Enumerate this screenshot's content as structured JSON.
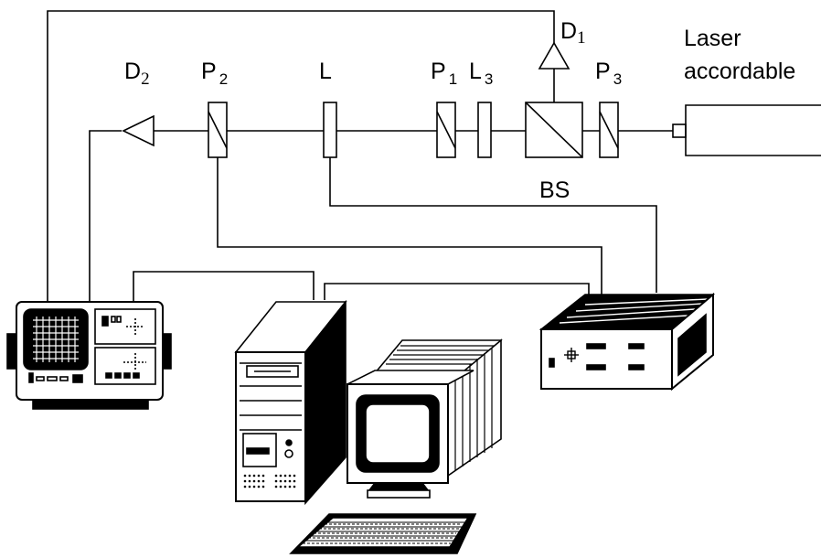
{
  "labels": {
    "d1": {
      "main": "D",
      "sub": "1"
    },
    "d2": {
      "main": "D",
      "sub": "2"
    },
    "p1": {
      "main": "P",
      "sub": "1"
    },
    "p2": {
      "main": "P",
      "sub": "2"
    },
    "p3": {
      "main": "P",
      "sub": "3"
    },
    "l": {
      "main": "L"
    },
    "l3": {
      "main": "L",
      "sub": "3"
    },
    "bs": {
      "main": "BS"
    },
    "laser_line1": "Laser",
    "laser_line2": "accordable"
  },
  "colors": {
    "ink": "#000000",
    "paper": "#ffffff",
    "panel": "#d0d0d0"
  },
  "icons": {
    "oscilloscope": "oscilloscope-icon",
    "computer": "computer-tower-icon",
    "monitor": "crt-monitor-icon",
    "keyboard": "keyboard-icon",
    "controller": "controller-box-icon"
  }
}
